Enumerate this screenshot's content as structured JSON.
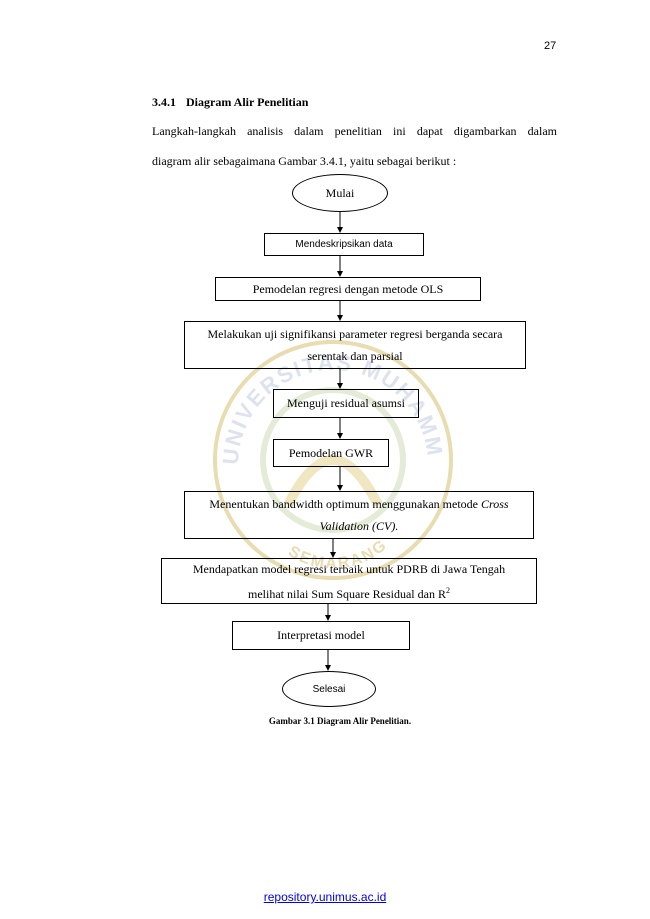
{
  "page_number": "27",
  "section": {
    "number": "3.4.1",
    "title": "Diagram Alir Penelitian"
  },
  "paragraph": {
    "line1": "Langkah-langkah analisis dalam penelitian ini dapat digambarkan dalam",
    "line2": "diagram alir sebagaimana Gambar 3.4.1, yaitu sebagai berikut :"
  },
  "flow": {
    "start": "Mulai",
    "step1": "Mendeskripsikan data",
    "step2": "Pemodelan regresi dengan metode OLS",
    "step3_line1": "Melakukan uji signifikansi parameter regresi berganda secara",
    "step3_line2": "serentak dan parsial",
    "step4": "Menguji residual asumsi",
    "step5": "Pemodelan GWR",
    "step6_line1_a": "Menentukan bandwidth optimum menggunakan metode ",
    "step6_line1_b": "Cross",
    "step6_line2": "Validation (CV).",
    "step7_line1": "Mendapatkan model regresi terbaik untuk PDRB di Jawa Tengah",
    "step7_line2": "melihat nilai Sum Square Residual dan R",
    "step7_sup": "2",
    "step8": "Interpretasi model",
    "end": "Selesai"
  },
  "caption": "Gambar 3.1 Diagram Alir Penelitian.",
  "watermark": {
    "top_text": "UNIVERSITAS MUHAMMADIYAH",
    "bottom_text": "SEMARANG"
  },
  "footer_link": "repository.unimus.ac.id"
}
